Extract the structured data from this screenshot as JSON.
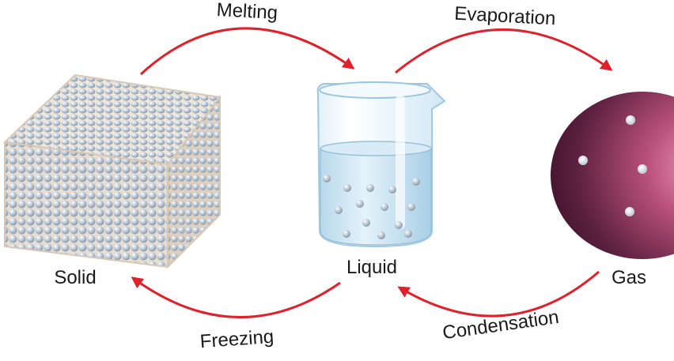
{
  "states": {
    "solid": "Solid",
    "liquid": "Liquid",
    "gas": "Gas"
  },
  "processes": {
    "melting": "Melting",
    "evaporation": "Evaporation",
    "freezing": "Freezing",
    "condensation": "Condensation"
  },
  "colors": {
    "arrow": "#e0202a",
    "gas_sphere_dark": "#4a1a30",
    "gas_sphere_light": "#f090b4",
    "particle": "#d8dde3",
    "solid_frame": "#e6d9c8"
  }
}
